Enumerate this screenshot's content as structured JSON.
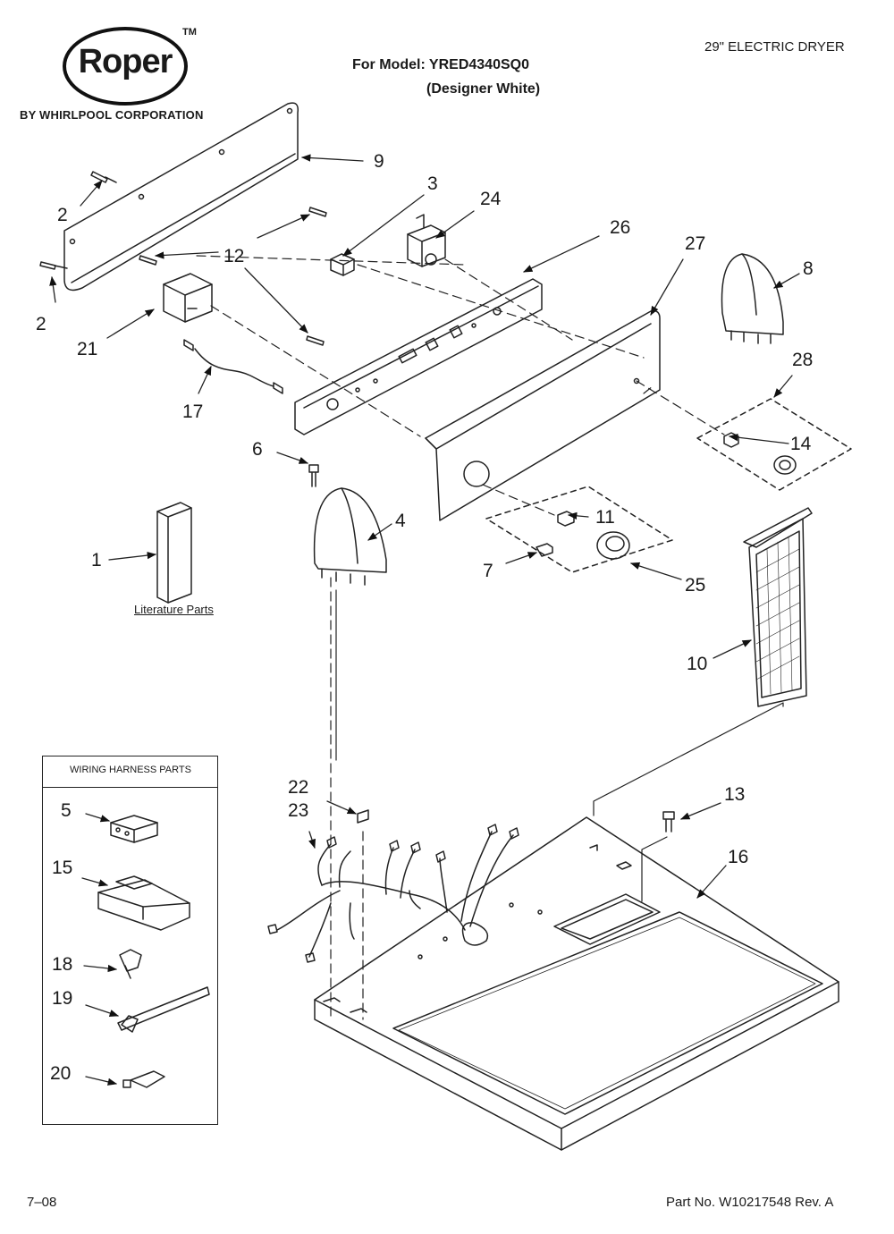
{
  "header": {
    "brand": "Roper",
    "trademark": "TM",
    "brand_sub": "BY WHIRLPOOL CORPORATION",
    "model_line": "For Model: YRED4340SQ0",
    "model_variant": "(Designer White)",
    "product": "29\" ELECTRIC DRYER"
  },
  "footer": {
    "date": "7–08",
    "part_number": "Part No. W10217548 Rev. A"
  },
  "literature_label": "Literature Parts",
  "harness_box_title": "WIRING HARNESS PARTS",
  "callouts": {
    "c1": "1",
    "c2a": "2",
    "c2b": "2",
    "c3": "3",
    "c4": "4",
    "c5": "5",
    "c6": "6",
    "c7": "7",
    "c8": "8",
    "c9": "9",
    "c10": "10",
    "c11": "11",
    "c12": "12",
    "c13": "13",
    "c14": "14",
    "c15": "15",
    "c16": "16",
    "c17": "17",
    "c18": "18",
    "c19": "19",
    "c20": "20",
    "c21": "21",
    "c22": "22",
    "c23": "23",
    "c24": "24",
    "c25": "25",
    "c26": "26",
    "c27": "27",
    "c28": "28"
  }
}
